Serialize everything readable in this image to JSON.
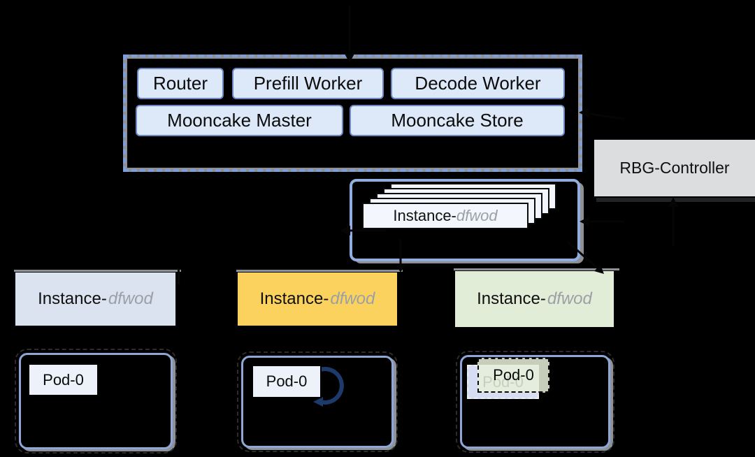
{
  "top_group": {
    "components": [
      "Router",
      "Prefill Worker",
      "Decode Worker",
      "Mooncake Master",
      "Mooncake Store"
    ]
  },
  "controller": {
    "label": "RBG-Controller"
  },
  "instance_label": {
    "prefix": "Instance-",
    "suffix": "dfwod"
  },
  "pod_label": "Pod-0",
  "colors": {
    "background": "#000000",
    "component_fill": "#dde9f8",
    "component_border": "#6d87c3",
    "frame_gray": "#8e9094",
    "frame_dash_blue": "#7d9ed9",
    "container_border_blue": "#92ade0",
    "controller_fill": "#dcdddf",
    "instance_blue_fill": "#dbe3f1",
    "instance_yellow_fill": "#fbd25e",
    "instance_green_fill": "#e2edd8",
    "stack_card_fill": "#f3f6fc",
    "pod_fill": "#edf1fa",
    "pod_back_fill": "#d7ddf3",
    "pod_front_green_fill": "#e6f0da",
    "suffix_text_gray": "#9aa0a6",
    "restart_arc_navy": "#1d3a6b"
  }
}
